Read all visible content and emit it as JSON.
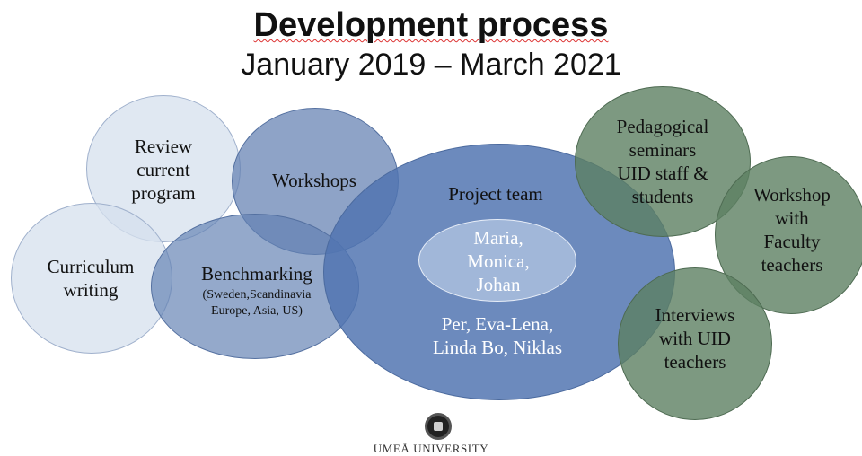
{
  "title": "Development process",
  "subtitle": "January 2019 – March 2021",
  "bubbles": {
    "review": "Review\ncurrent\nprogram",
    "workshops": "Workshops",
    "curriculum": "Curriculum\nwriting",
    "benchmarking": "Benchmarking",
    "benchmarking_detail": "(Sweden,Scandinavia\nEurope, Asia, US)",
    "project_team": "Project team",
    "core_members": "Maria,\nMonica,\nJohan",
    "other_members": "Per, Eva-Lena,\nLinda Bo, Niklas",
    "pedagogical": "Pedagogical\nseminars\nUID staff &\nstudents",
    "faculty": "Workshop\nwith\nFaculty\nteachers",
    "interviews": "Interviews\nwith UID\nteachers"
  },
  "footer": {
    "university": "UMEÅ UNIVERSITY"
  },
  "colors": {
    "light_blue": "#dbe3ef",
    "mid_blue": "#7f98c1",
    "dark_blue": "#5f80b3",
    "green": "#6f8e72"
  },
  "icons": {
    "logo": "umea-university-seal-icon"
  }
}
